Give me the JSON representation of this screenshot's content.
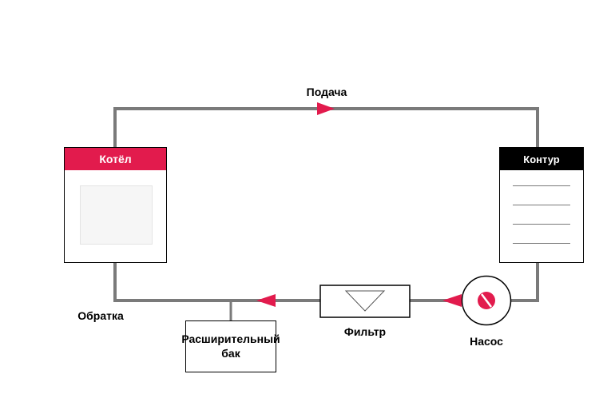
{
  "diagram": {
    "labels": {
      "supply": "Подача",
      "return": "Обратка",
      "filter": "Фильтр",
      "pump": "Насос",
      "tank_line1": "Расширительный",
      "tank_line2": "бак"
    },
    "boiler": {
      "title": "Котёл",
      "header_color": "#e21b4d"
    },
    "circuit": {
      "title": "Контур",
      "header_color": "#000000"
    },
    "colors": {
      "pipe": "#7a7a7a",
      "arrow": "#e21b4d",
      "pump_dot": "#e21b4d"
    }
  }
}
